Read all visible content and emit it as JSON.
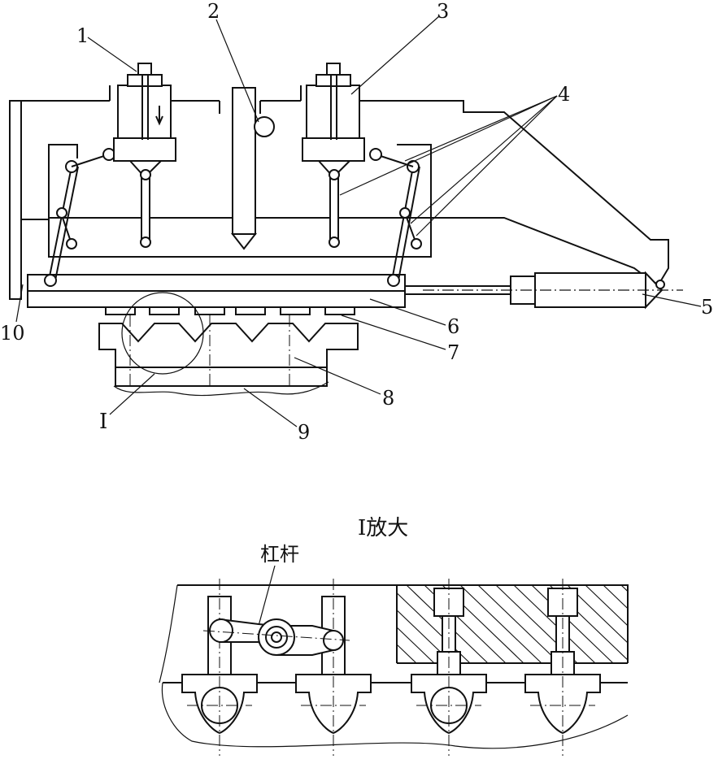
{
  "main_view": {
    "callouts": [
      {
        "id": "c1",
        "text": "1"
      },
      {
        "id": "c2",
        "text": "2"
      },
      {
        "id": "c3",
        "text": "3"
      },
      {
        "id": "c4",
        "text": "4"
      },
      {
        "id": "c5",
        "text": "5"
      },
      {
        "id": "c6",
        "text": "6"
      },
      {
        "id": "c7",
        "text": "7"
      },
      {
        "id": "c8",
        "text": "8"
      },
      {
        "id": "c9",
        "text": "9"
      },
      {
        "id": "c10",
        "text": "10"
      }
    ],
    "detail_marker": "I"
  },
  "detail_view": {
    "title": "I放大",
    "lever_label": "杠杆"
  }
}
